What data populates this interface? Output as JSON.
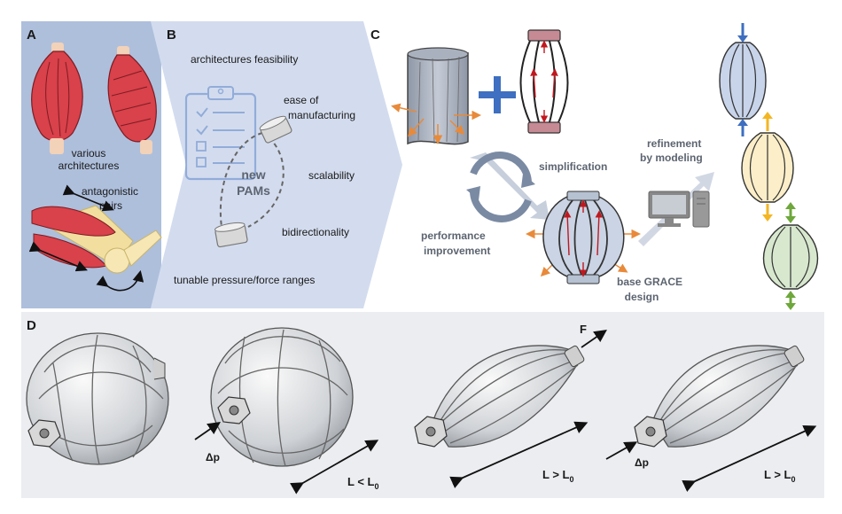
{
  "panels": {
    "a": {
      "letter": "A",
      "architectures_line1": "various",
      "architectures_line2": "architectures",
      "antagonistic_line1": "antagonistic",
      "antagonistic_line2": "pairs"
    },
    "b": {
      "letter": "B",
      "requirements": [
        "architectures feasibility",
        "ease of",
        "manufacturing",
        "scalability",
        "bidirectionality",
        "tunable pressure/force ranges"
      ],
      "pam_line1": "new",
      "pam_line2": "PAMs"
    },
    "c": {
      "letter": "C",
      "simplification": "simplification",
      "performance_line1": "performance",
      "performance_line2": "improvement",
      "refinement_line1": "refinement",
      "refinement_line2": "by modeling",
      "base_line1": "base GRACE",
      "base_line2": "design"
    },
    "d": {
      "letter": "D",
      "force_label": "F",
      "pressure_label_1": "Δp",
      "pressure_label_2": "Δp",
      "length_contracted": "L < L",
      "length_extended_1": "L > L",
      "length_extended_2": "L > L",
      "length_subscript": "0"
    }
  },
  "colors": {
    "panel_a_bg": "#aebfdc",
    "panel_b_bg": "#d3dcee",
    "panel_d_bg": "#ebedf0",
    "muscle_red": "#d9414b",
    "accent_blue": "#3e6fc0",
    "orange_arrow": "#e88a3a",
    "red_arrow": "#c0181f",
    "yellow_arrow": "#f3b623",
    "green_arrow": "#6ea73b",
    "label_grey": "#5c6470"
  }
}
